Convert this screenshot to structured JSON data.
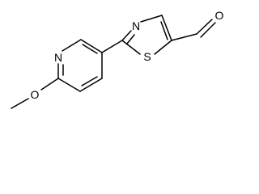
{
  "molecule": {
    "atoms": {
      "pyridine_n": "N",
      "thiazole_n": "N",
      "thiazole_s": "S",
      "aldehyde_o": "O",
      "methoxy_o": "O"
    }
  }
}
